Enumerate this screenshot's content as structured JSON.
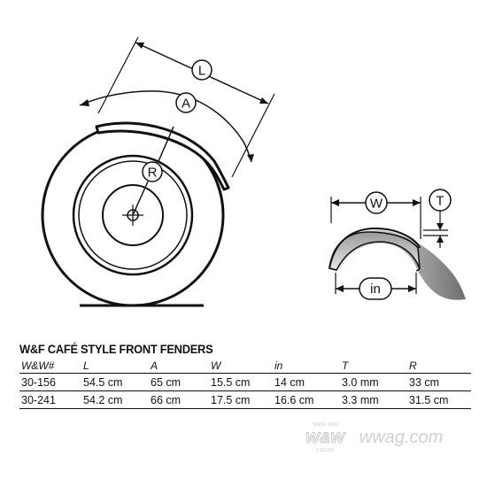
{
  "diagram": {
    "labels": {
      "length": "L",
      "arc": "A",
      "radius": "R",
      "width": "W",
      "thickness": "T",
      "inner": "in"
    }
  },
  "table": {
    "title": "W&F CAFÉ STYLE FRONT FENDERS",
    "headers": [
      "W&W#",
      "L",
      "A",
      "W",
      "in",
      "T",
      "R"
    ],
    "rows": [
      [
        "30-156",
        "54.5 cm",
        "65 cm",
        "15.5 cm",
        "14 cm",
        "3.0 mm",
        "33 cm"
      ],
      [
        "30-241",
        "54.2 cm",
        "66 cm",
        "17.5 cm",
        "16.6 cm",
        "3.3 mm",
        "31.5 cm"
      ]
    ]
  },
  "watermark": {
    "small_top": "SINCE 1999",
    "logo": "W&W",
    "site": "wwag.com",
    "small_bottom": "CYCLES"
  }
}
